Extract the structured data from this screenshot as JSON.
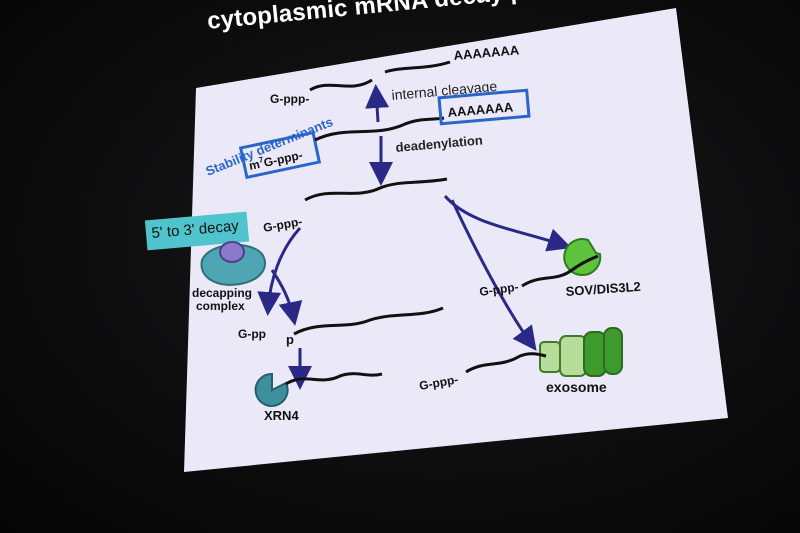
{
  "slide": {
    "title": "cytoplasmic mRNA decay pat",
    "labels": {
      "top_polya": "AAAAAAA",
      "top_gppp": "G-ppp-",
      "internal_cleavage": "internal cleavage",
      "stability_determinants": "Stability determinants",
      "boxed_polya": "AAAAAAA",
      "cap_m7g": "m",
      "cap_sup": "7",
      "cap_rest": "G-ppp-",
      "deadenylation": "deadenylation",
      "mid_gppp": "G-ppp-",
      "five_to_three": "5' to 3' decay",
      "decapping_complex_1": "decapping",
      "decapping_complex_2": "complex",
      "gpp": "G-pp",
      "p": "p",
      "xrn4": "XRN4",
      "sov_gppp": "G-ppp-",
      "sov": "SOV/DIS3L2",
      "exo_gppp": "G-ppp-",
      "exosome": "exosome"
    }
  },
  "colors": {
    "slide_bg": "#ebe9f8",
    "arrow": "#2a2a86",
    "highlight_blue": "#2a66c9",
    "tag_bg": "#4fc4cc",
    "decapping": "#4ea6b3",
    "xrn4": "#3e8f9e",
    "pacman_green": "#5fc23d",
    "exosome_dark": "#3f9a2e",
    "exosome_light": "#b8dc9a"
  }
}
